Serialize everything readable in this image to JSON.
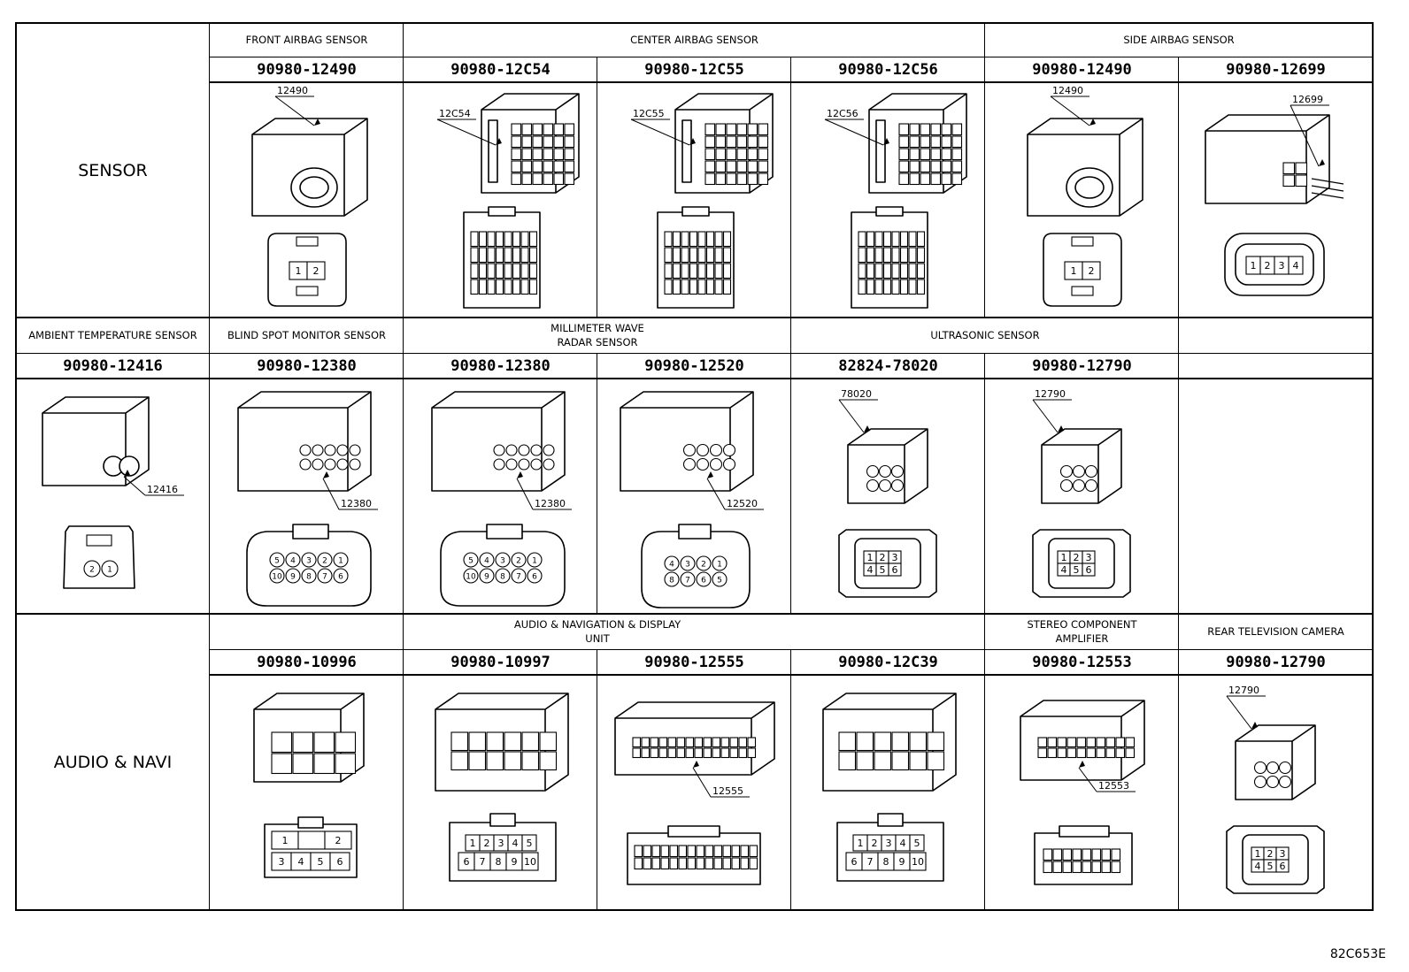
{
  "rows": [
    {
      "label": "SENSOR",
      "groups": [
        {
          "title": "FRONT AIRBAG SENSOR"
        },
        {
          "title": "CENTER AIRBAG SENSOR"
        },
        {
          "title": "SIDE AIRBAG SENSOR"
        }
      ],
      "parts": [
        {
          "number": "90980-12490",
          "callout": "12490",
          "icon": "airbag-2pin-connector-icon",
          "pins": [
            "1",
            "2"
          ]
        },
        {
          "number": "90980-12C54",
          "callout": "12C54",
          "icon": "multipin-airbag-connector-icon"
        },
        {
          "number": "90980-12C55",
          "callout": "12C55",
          "icon": "multipin-airbag-connector-icon"
        },
        {
          "number": "90980-12C56",
          "callout": "12C56",
          "icon": "multipin-airbag-connector-icon"
        },
        {
          "number": "90980-12490",
          "callout": "12490",
          "icon": "airbag-2pin-connector-icon",
          "pins": [
            "1",
            "2"
          ]
        },
        {
          "number": "90980-12699",
          "callout": "12699",
          "icon": "4pin-connector-icon",
          "pins": [
            "1",
            "2",
            "3",
            "4"
          ]
        }
      ]
    },
    {
      "groups": [
        {
          "title": "AMBIENT TEMPERATURE SENSOR"
        },
        {
          "title": "BLIND SPOT MONITOR SENSOR"
        },
        {
          "title": "MILLIMETER WAVE RADAR SENSOR"
        },
        {
          "title": "ULTRASONIC SENSOR"
        },
        {
          "title": ""
        }
      ],
      "parts": [
        {
          "number": "90980-12416",
          "callout": "12416",
          "icon": "2pin-temperature-connector-icon",
          "pins": [
            "2",
            "1"
          ]
        },
        {
          "number": "90980-12380",
          "callout": "12380",
          "icon": "10pin-round-connector-icon",
          "pins": [
            "5",
            "4",
            "3",
            "2",
            "1",
            "10",
            "9",
            "8",
            "7",
            "6"
          ]
        },
        {
          "number": "90980-12380",
          "callout": "12380",
          "icon": "10pin-round-connector-icon",
          "pins": [
            "5",
            "4",
            "3",
            "2",
            "1",
            "10",
            "9",
            "8",
            "7",
            "6"
          ]
        },
        {
          "number": "90980-12520",
          "callout": "12520",
          "icon": "8pin-round-connector-icon",
          "pins": [
            "4",
            "3",
            "2",
            "1",
            "8",
            "7",
            "6",
            "5"
          ]
        },
        {
          "number": "82824-78020",
          "callout": "78020",
          "icon": "6pin-connector-icon",
          "pins": [
            "1",
            "2",
            "3",
            "4",
            "5",
            "6"
          ]
        },
        {
          "number": "90980-12790",
          "callout": "12790",
          "icon": "6pin-connector-icon",
          "pins": [
            "1",
            "2",
            "3",
            "4",
            "5",
            "6"
          ]
        },
        {
          "number": "",
          "callout": "",
          "icon": ""
        }
      ]
    },
    {
      "label": "AUDIO & NAVI",
      "groups": [
        {
          "title": "AUDIO & NAVIGATION & DISPLAY UNIT"
        },
        {
          "title": "STEREO COMPONENT AMPLIFIER"
        },
        {
          "title": "REAR TELEVISION CAMERA"
        }
      ],
      "parts": [
        {
          "number": "90980-10996",
          "callout": "",
          "icon": "6pin-block-connector-icon",
          "pins": [
            "1",
            "2",
            "3",
            "4",
            "5",
            "6"
          ]
        },
        {
          "number": "90980-10997",
          "callout": "",
          "icon": "10pin-block-connector-icon",
          "pins": [
            "1",
            "2",
            "3",
            "4",
            "5",
            "6",
            "7",
            "8",
            "9",
            "10"
          ]
        },
        {
          "number": "90980-12555",
          "callout": "12555",
          "icon": "multipin-audio-connector-icon"
        },
        {
          "number": "90980-12C39",
          "callout": "",
          "icon": "10pin-block-connector-icon",
          "pins": [
            "1",
            "2",
            "3",
            "4",
            "5",
            "6",
            "7",
            "8",
            "9",
            "10"
          ]
        },
        {
          "number": "90980-12553",
          "callout": "12553",
          "icon": "multipin-amplifier-connector-icon"
        },
        {
          "number": "90980-12790",
          "callout": "12790",
          "icon": "6pin-connector-icon",
          "pins": [
            "1",
            "2",
            "3",
            "4",
            "5",
            "6"
          ]
        }
      ]
    }
  ],
  "diagram_id": "82C653E"
}
